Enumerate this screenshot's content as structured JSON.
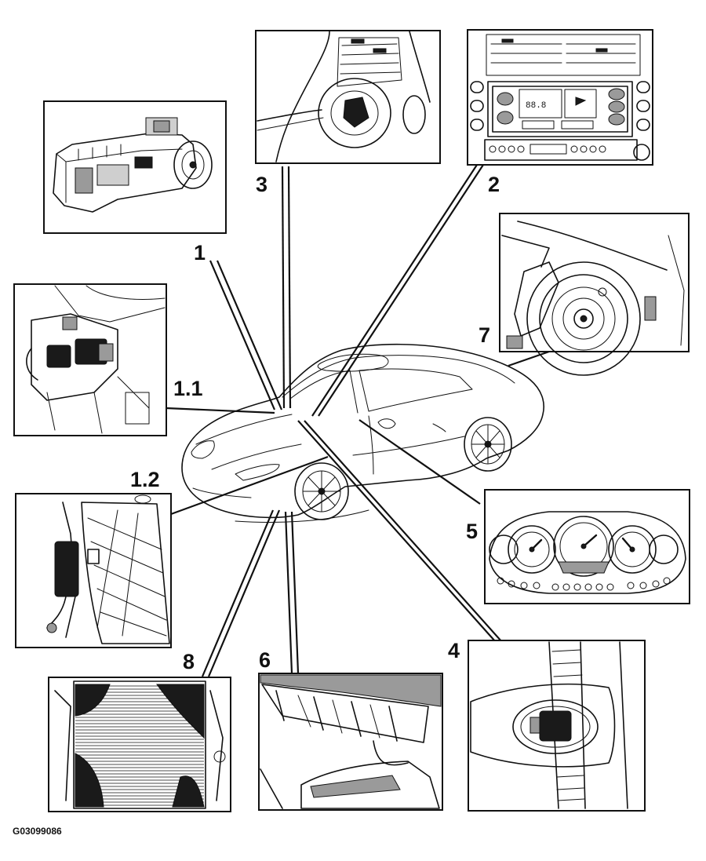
{
  "diagram": {
    "figure_id": "G03099086",
    "display_reading": "88.8",
    "callouts": [
      {
        "id": "c1",
        "label": "1"
      },
      {
        "id": "c1_1",
        "label": "1.1"
      },
      {
        "id": "c1_2",
        "label": "1.2"
      },
      {
        "id": "c2",
        "label": "2"
      },
      {
        "id": "c3",
        "label": "3"
      },
      {
        "id": "c4",
        "label": "4"
      },
      {
        "id": "c5",
        "label": "5"
      },
      {
        "id": "c6",
        "label": "6"
      },
      {
        "id": "c7",
        "label": "7"
      },
      {
        "id": "c8",
        "label": "8"
      }
    ]
  }
}
